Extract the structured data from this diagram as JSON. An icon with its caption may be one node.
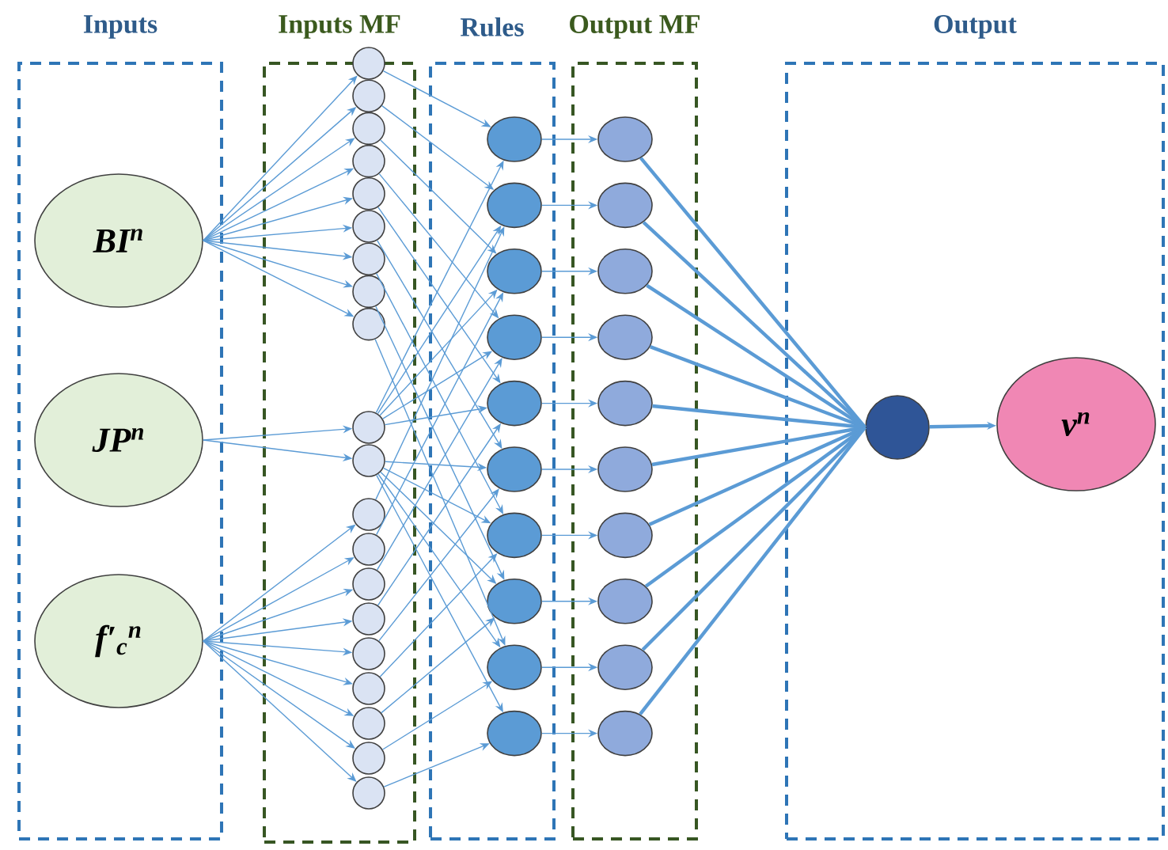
{
  "diagram": {
    "nodes": [
      {
        "text": [
          "Inputs"
        ]
      },
      {
        "text": [
          "Inputs MF"
        ]
      },
      {
        "text": [
          "Rules"
        ]
      },
      {
        "text": [
          "Output MF"
        ]
      },
      {
        "text": [
          "Output"
        ]
      },
      {
        "text": [
          "BI$^{n}$"
        ],
        "in": 0
      },
      {
        "text": [
          "JP$^{n}$"
        ],
        "in": 0
      },
      {
        "text": [
          "f′$_{c}$$^{n}$"
        ],
        "in": 0
      },
      {
        "text": [],
        "shape": "circle",
        "in": 1
      },
      {
        "text": [],
        "shape": "circle",
        "in": 1
      },
      {
        "text": [],
        "shape": "circle",
        "in": 1
      },
      {
        "text": [],
        "shape": "circle",
        "in": 1
      },
      {
        "text": [],
        "shape": "circle",
        "in": 1
      },
      {
        "text": [],
        "shape": "circle",
        "in": 1
      },
      {
        "text": [],
        "shape": "circle",
        "in": 1
      },
      {
        "text": [],
        "shape": "circle",
        "in": 1
      },
      {
        "text": [],
        "shape": "circle",
        "in": 1
      },
      {
        "text": [],
        "shape": "circle",
        "in": 1
      },
      {
        "text": [],
        "shape": "circle",
        "in": 1
      },
      {
        "text": [],
        "shape": "circle",
        "in": 1
      },
      {
        "text": [],
        "shape": "circle",
        "in": 1
      },
      {
        "text": [],
        "shape": "circle",
        "in": 1
      },
      {
        "text": [],
        "shape": "circle",
        "in": 1
      },
      {
        "text": [],
        "shape": "circle",
        "in": 1
      },
      {
        "text": [],
        "shape": "circle",
        "in": 1
      },
      {
        "text": [],
        "shape": "circle",
        "in": 1
      },
      {
        "text": [],
        "shape": "circle",
        "in": 1
      },
      {
        "text": [],
        "shape": "circle",
        "in": 1
      },
      {
        "text": [],
        "shape": "circle",
        "in": 2
      },
      {
        "text": [],
        "shape": "circle",
        "in": 2
      },
      {
        "text": [],
        "shape": "circle",
        "in": 2
      },
      {
        "text": [],
        "shape": "circle",
        "in": 2
      },
      {
        "text": [],
        "shape": "circle",
        "in": 2
      },
      {
        "text": [],
        "shape": "circle",
        "in": 2
      },
      {
        "text": [],
        "shape": "circle",
        "in": 2
      },
      {
        "text": [],
        "shape": "circle",
        "in": 2
      },
      {
        "text": [],
        "shape": "circle",
        "in": 2
      },
      {
        "text": [],
        "shape": "circle",
        "in": 2
      },
      {
        "text": [],
        "shape": "circle",
        "in": 3
      },
      {
        "text": [],
        "shape": "circle",
        "in": 3
      },
      {
        "text": [],
        "shape": "circle",
        "in": 3
      },
      {
        "text": [],
        "shape": "circle",
        "in": 3
      },
      {
        "text": [],
        "shape": "circle",
        "in": 3
      },
      {
        "text": [],
        "shape": "circle",
        "in": 3
      },
      {
        "text": [],
        "shape": "circle",
        "in": 3
      },
      {
        "text": [],
        "shape": "circle",
        "in": 3
      },
      {
        "text": [],
        "shape": "circle",
        "in": 3
      },
      {
        "text": [],
        "shape": "circle",
        "in": 3
      },
      {
        "text": [],
        "shape": "circle",
        "in": 4
      },
      {
        "text": [
          "v$^{n}$"
        ],
        "in": 4
      }
    ],
    "edges": [
      {
        "from": 5,
        "to": 8,
        "arrow": "to"
      },
      {
        "from": 5,
        "to": 9,
        "arrow": "to"
      },
      {
        "from": 5,
        "to": 10,
        "arrow": "to"
      },
      {
        "from": 5,
        "to": 11,
        "arrow": "to"
      },
      {
        "from": 5,
        "to": 12,
        "arrow": "to"
      },
      {
        "from": 5,
        "to": 13,
        "arrow": "to"
      },
      {
        "from": 5,
        "to": 14,
        "arrow": "to"
      },
      {
        "from": 5,
        "to": 15,
        "arrow": "to"
      },
      {
        "from": 5,
        "to": 16,
        "arrow": "to"
      },
      {
        "from": 6,
        "to": 17,
        "arrow": "to"
      },
      {
        "from": 6,
        "to": 18,
        "arrow": "to"
      },
      {
        "from": 7,
        "to": 19,
        "arrow": "to"
      },
      {
        "from": 7,
        "to": 20,
        "arrow": "to"
      },
      {
        "from": 7,
        "to": 21,
        "arrow": "to"
      },
      {
        "from": 7,
        "to": 22,
        "arrow": "to"
      },
      {
        "from": 7,
        "to": 23,
        "arrow": "to"
      },
      {
        "from": 7,
        "to": 24,
        "arrow": "to"
      },
      {
        "from": 7,
        "to": 25,
        "arrow": "to"
      },
      {
        "from": 7,
        "to": 26,
        "arrow": "to"
      },
      {
        "from": 7,
        "to": 27,
        "arrow": "to"
      },
      {
        "from": 8,
        "to": 28,
        "arrow": "to"
      },
      {
        "from": 9,
        "to": 29,
        "arrow": "to"
      },
      {
        "from": 10,
        "to": 30,
        "arrow": "to"
      },
      {
        "from": 11,
        "to": 31,
        "arrow": "to"
      },
      {
        "from": 12,
        "to": 32,
        "arrow": "to"
      },
      {
        "from": 13,
        "to": 33,
        "arrow": "to"
      },
      {
        "from": 14,
        "to": 34,
        "arrow": "to"
      },
      {
        "from": 15,
        "to": 35,
        "arrow": "to"
      },
      {
        "from": 16,
        "to": 36,
        "arrow": "to"
      },
      {
        "from": 17,
        "to": 28,
        "arrow": "to"
      },
      {
        "from": 17,
        "to": 29,
        "arrow": "to"
      },
      {
        "from": 17,
        "to": 30,
        "arrow": "to"
      },
      {
        "from": 17,
        "to": 31,
        "arrow": "to"
      },
      {
        "from": 17,
        "to": 32,
        "arrow": "to"
      },
      {
        "from": 18,
        "to": 33,
        "arrow": "to"
      },
      {
        "from": 18,
        "to": 34,
        "arrow": "to"
      },
      {
        "from": 18,
        "to": 35,
        "arrow": "to"
      },
      {
        "from": 18,
        "to": 36,
        "arrow": "to"
      },
      {
        "from": 18,
        "to": 37,
        "arrow": "to"
      },
      {
        "from": 19,
        "to": 29,
        "arrow": "to"
      },
      {
        "from": 20,
        "to": 30,
        "arrow": "to"
      },
      {
        "from": 21,
        "to": 31,
        "arrow": "to"
      },
      {
        "from": 22,
        "to": 32,
        "arrow": "to"
      },
      {
        "from": 23,
        "to": 33,
        "arrow": "to"
      },
      {
        "from": 24,
        "to": 34,
        "arrow": "to"
      },
      {
        "from": 25,
        "to": 35,
        "arrow": "to"
      },
      {
        "from": 26,
        "to": 36,
        "arrow": "to"
      },
      {
        "from": 27,
        "to": 37,
        "arrow": "to"
      },
      {
        "from": 28,
        "to": 38,
        "arrow": "to"
      },
      {
        "from": 29,
        "to": 39,
        "arrow": "to"
      },
      {
        "from": 30,
        "to": 40,
        "arrow": "to"
      },
      {
        "from": 31,
        "to": 41,
        "arrow": "to"
      },
      {
        "from": 32,
        "to": 42,
        "arrow": "to"
      },
      {
        "from": 33,
        "to": 43,
        "arrow": "to"
      },
      {
        "from": 34,
        "to": 44,
        "arrow": "to"
      },
      {
        "from": 35,
        "to": 45,
        "arrow": "to"
      },
      {
        "from": 36,
        "to": 46,
        "arrow": "to"
      },
      {
        "from": 37,
        "to": 47,
        "arrow": "to"
      },
      {
        "from": 38,
        "to": 48,
        "arrow": "none",
        "style": "thick"
      },
      {
        "from": 39,
        "to": 48,
        "arrow": "none",
        "style": "thick"
      },
      {
        "from": 40,
        "to": 48,
        "arrow": "none",
        "style": "thick"
      },
      {
        "from": 41,
        "to": 48,
        "arrow": "none",
        "style": "thick"
      },
      {
        "from": 42,
        "to": 48,
        "arrow": "none",
        "style": "thick"
      },
      {
        "from": 43,
        "to": 48,
        "arrow": "none",
        "style": "thick"
      },
      {
        "from": 44,
        "to": 48,
        "arrow": "none",
        "style": "thick"
      },
      {
        "from": 45,
        "to": 48,
        "arrow": "none",
        "style": "thick"
      },
      {
        "from": 46,
        "to": 48,
        "arrow": "none",
        "style": "thick"
      },
      {
        "from": 47,
        "to": 48,
        "arrow": "none",
        "style": "thick"
      },
      {
        "from": 48,
        "to": 49,
        "arrow": "to",
        "style": "thick"
      }
    ]
  }
}
